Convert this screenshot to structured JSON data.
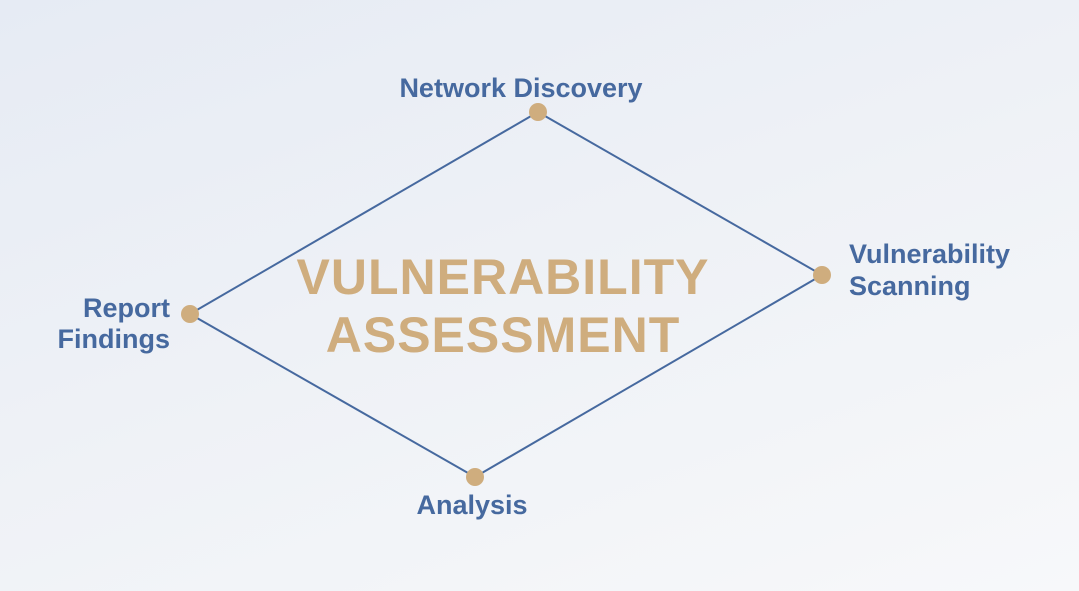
{
  "diagram": {
    "title_lines": [
      "VULNERABILITY",
      "ASSESSMENT"
    ],
    "nodes": [
      {
        "id": "network-discovery",
        "label_lines": [
          "Network Discovery"
        ]
      },
      {
        "id": "vulnerability-scanning",
        "label_lines": [
          "Vulnerability",
          "Scanning"
        ]
      },
      {
        "id": "analysis",
        "label_lines": [
          "Analysis"
        ]
      },
      {
        "id": "report-findings",
        "label_lines": [
          "Report",
          "Findings"
        ]
      }
    ],
    "edges": [
      [
        "network-discovery",
        "vulnerability-scanning"
      ],
      [
        "vulnerability-scanning",
        "analysis"
      ],
      [
        "analysis",
        "report-findings"
      ],
      [
        "report-findings",
        "network-discovery"
      ]
    ]
  },
  "colors": {
    "label": "#46699f",
    "line": "#46699f",
    "node": "#cfad7e",
    "title": "#cfad7e"
  }
}
